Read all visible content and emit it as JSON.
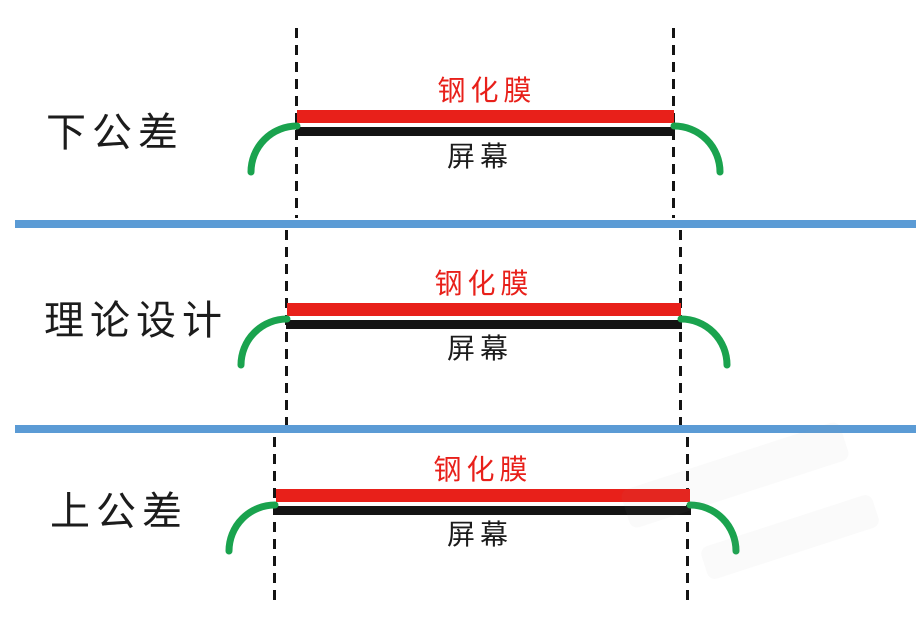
{
  "colors": {
    "film_red": "#e8201a",
    "screen_black": "#141414",
    "edge_green": "#1aa34e",
    "divider_blue": "#5b9bd5"
  },
  "sections": [
    {
      "label": "下公差",
      "film_label": "钢化膜",
      "screen_label": "屏幕"
    },
    {
      "label": "理论设计",
      "film_label": "钢化膜",
      "screen_label": "屏幕"
    },
    {
      "label": "上公差",
      "film_label": "钢化膜",
      "screen_label": "屏幕"
    }
  ]
}
